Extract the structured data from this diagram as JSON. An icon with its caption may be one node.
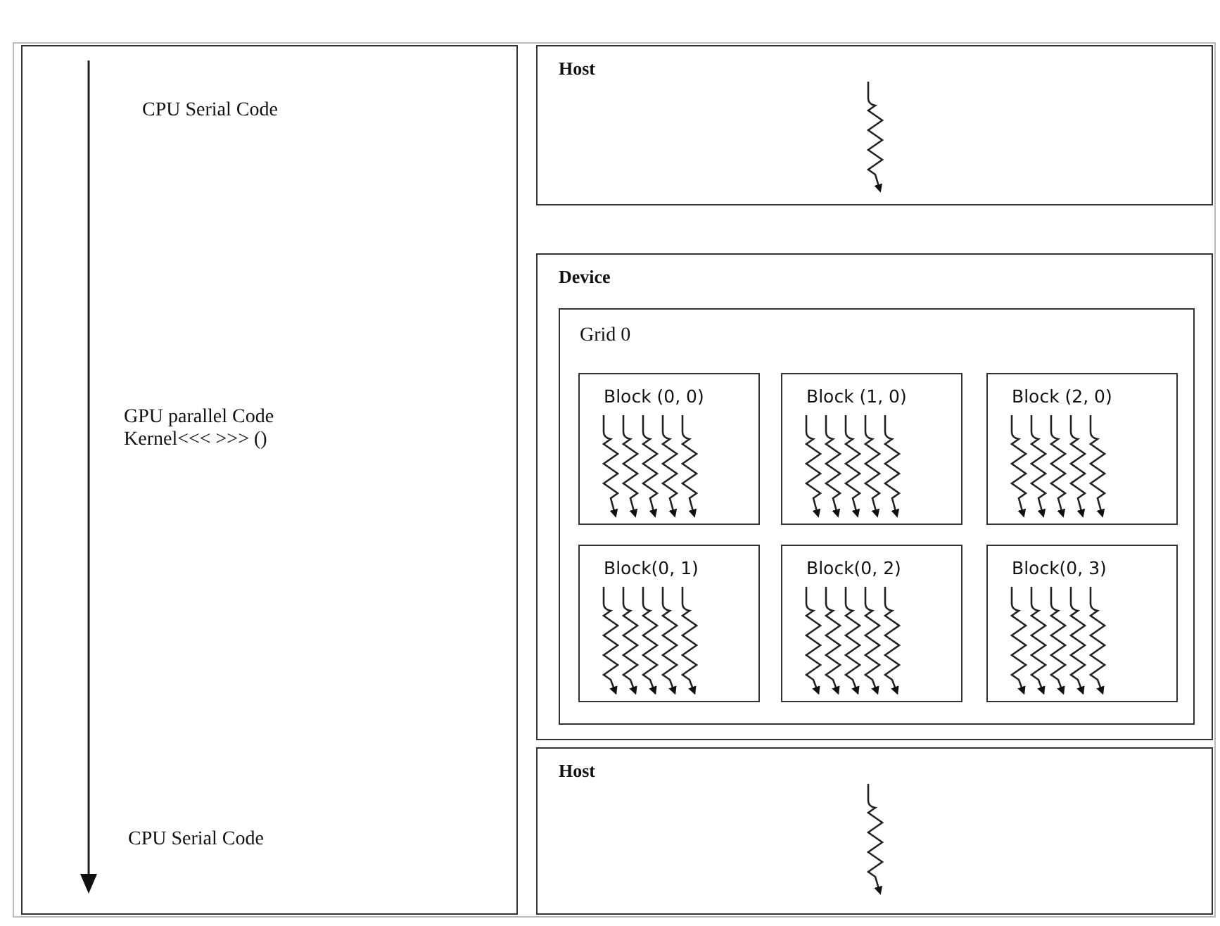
{
  "diagram": {
    "nodes": [
      {
        "text": [
          "CPU Serial Code",
          "GPU parallel Code Kernel<<< >>> ()",
          "CPU Serial Code"
        ]
      },
      {
        "text": [
          "Host"
        ]
      },
      {
        "text": [
          "Device"
        ]
      },
      {
        "text": [
          "Grid 0"
        ],
        "in": 2
      },
      {
        "text": [
          "Block (0, 0)"
        ],
        "in": 3
      },
      {
        "text": [
          "Block (1, 0)"
        ],
        "in": 3
      },
      {
        "text": [
          "Block (2, 0)"
        ],
        "in": 3
      },
      {
        "text": [
          "Block(0, 1)"
        ],
        "in": 3
      },
      {
        "text": [
          "Block(0, 2)"
        ],
        "in": 3
      },
      {
        "text": [
          "Block(0, 3)"
        ],
        "in": 3
      },
      {
        "text": [
          "Host"
        ]
      }
    ],
    "edges": []
  }
}
